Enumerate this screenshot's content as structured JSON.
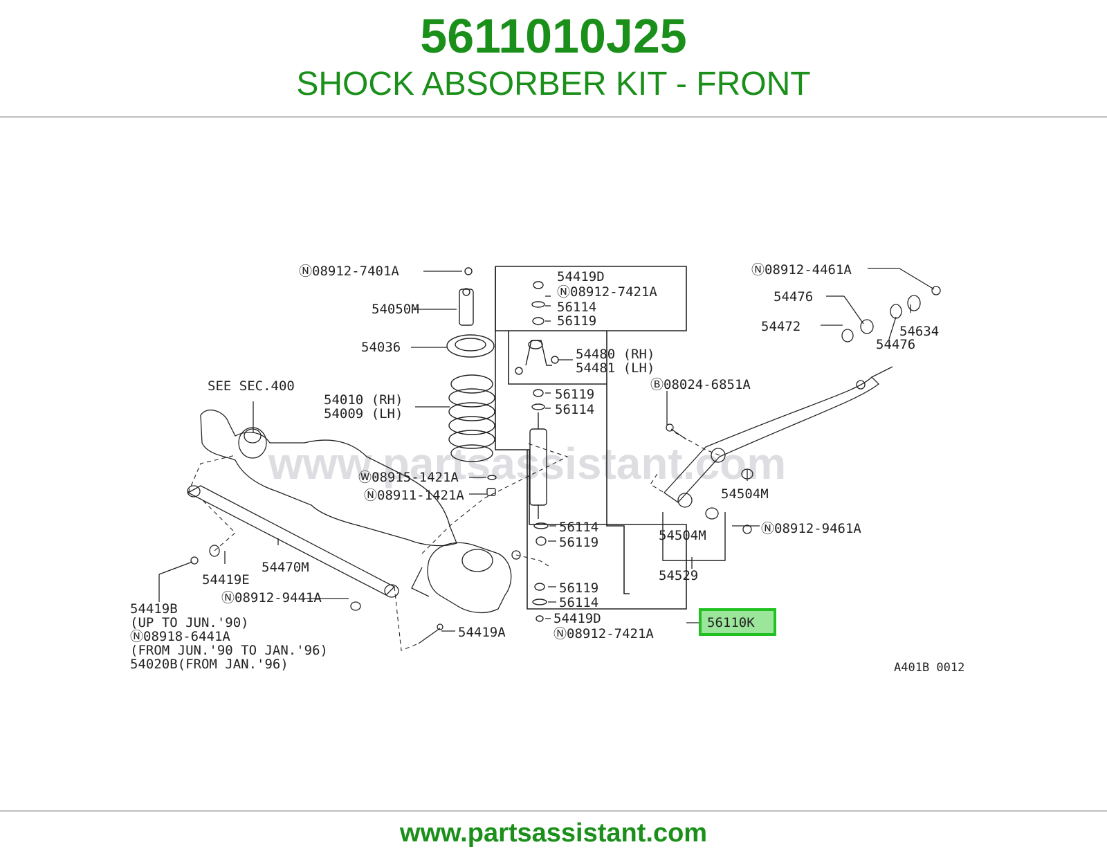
{
  "header": {
    "part_number": "5611010J25",
    "title": "SHOCK ABSORBER KIT - FRONT"
  },
  "diagram": {
    "watermark": "www.partsassistant.com",
    "code": "A401B 0012",
    "highlight_label": "56110K",
    "highlight_color": "#22c022",
    "labels": {
      "l01": "Ⓝ08912-7401A",
      "l02": "54050M",
      "l03": "54036",
      "l04": "SEE SEC.400",
      "l05": "54010 (RH)",
      "l06": "54009 (LH)",
      "l07": "Ⓦ08915-1421A",
      "l08": "Ⓝ08911-1421A",
      "l09": "54419D",
      "l10": "Ⓝ08912-7421A",
      "l11": "56114",
      "l12": "56119",
      "l13": "54480 (RH)",
      "l14": "54481 (LH)",
      "l15": "56119",
      "l16": "56114",
      "l17": "56114",
      "l18": "56119",
      "l19": "56119",
      "l20": "56114",
      "l21": "54419D",
      "l22": "Ⓝ08912-7421A",
      "l23": "Ⓝ08912-4461A",
      "l24": "54476",
      "l25": "54472",
      "l26": "54634",
      "l27": "54476",
      "l28": "Ⓑ08024-6851A",
      "l29": "54504M",
      "l30": "Ⓝ08912-9461A",
      "l31": "54504M",
      "l32": "54529",
      "l33": "54470M",
      "l34": "54419E",
      "l35": "Ⓝ08912-9441A",
      "l36": "54419B",
      "l37": "(UP TO JUN.'90)",
      "l38": "Ⓝ08918-6441A",
      "l39": "(FROM JUN.'90 TO JAN.'96)",
      "l40": "54020B(FROM JAN.'96)",
      "l41": "54419A"
    }
  },
  "footer": {
    "url": "www.partsassistant.com"
  }
}
